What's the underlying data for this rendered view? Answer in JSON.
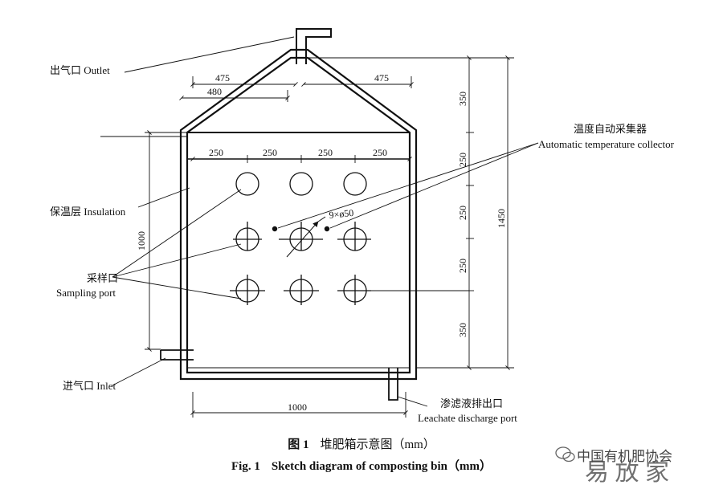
{
  "labels": {
    "outlet": "出气口 Outlet",
    "insulation": "保温层 Insulation",
    "sampling_cn": "采样口",
    "sampling_en": "Sampling port",
    "inlet": "进气口 Inlet",
    "temp_cn": "温度自动采集器",
    "temp_en": "Automatic temperature collector",
    "leachate_cn": "渗滤液排出口",
    "leachate_en": "Leachate discharge port",
    "port_spec": "9×ø50"
  },
  "dimensions": {
    "top_left": "475",
    "top_left_inner": "480",
    "top_right": "475",
    "columns": [
      "250",
      "250",
      "250",
      "250"
    ],
    "height_left": "1000",
    "width_bottom": "1000",
    "right_segments": [
      "350",
      "250",
      "250",
      "250",
      "350"
    ],
    "total_height": "1450"
  },
  "caption": {
    "cn_num": "图 1",
    "cn_text": "堆肥箱示意图（mm）",
    "en_num": "Fig. 1",
    "en_text": "Sketch diagram of composting bin（mm）"
  },
  "watermark": {
    "text": "中国有机肥协会",
    "icon": "wechat-icon"
  }
}
